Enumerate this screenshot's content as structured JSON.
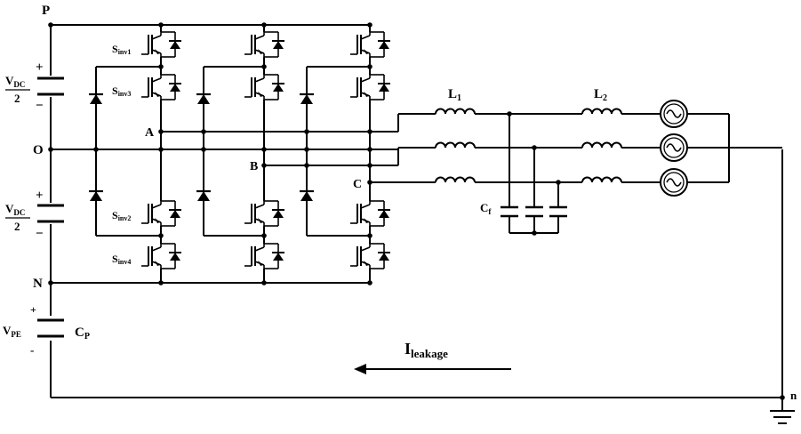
{
  "nodes": {
    "p": "P",
    "o": "O",
    "n": "N",
    "a": "A",
    "b": "B",
    "c": "C",
    "ground": "n"
  },
  "dc_link": {
    "upper_cap": {
      "v": "V",
      "sub": "DC",
      "den": "2"
    },
    "lower_cap": {
      "v": "V",
      "sub": "DC",
      "den": "2"
    },
    "plus": "+",
    "minus": "−"
  },
  "switches": {
    "s1": {
      "base": "S",
      "sub": "inv1"
    },
    "s3": {
      "base": "S",
      "sub": "inv3"
    },
    "s2": {
      "base": "S",
      "sub": "inv2"
    },
    "s4": {
      "base": "S",
      "sub": "inv4"
    }
  },
  "filter": {
    "l1": {
      "base": "L",
      "sub": "1"
    },
    "l2": {
      "base": "L",
      "sub": "2"
    },
    "cf": {
      "base": "C",
      "sub": "f"
    }
  },
  "parasitic": {
    "vpe": {
      "base": "V",
      "sub": "PE"
    },
    "cp": {
      "base": "C",
      "sub": "P"
    },
    "plus": "+",
    "minus": "-"
  },
  "leakage": {
    "base": "I",
    "sub": "leakage"
  },
  "icons": [
    "igbt-icon",
    "diode-icon",
    "capacitor-icon",
    "inductor-icon",
    "ac-source-icon",
    "ground-icon",
    "arrow-left-icon"
  ]
}
